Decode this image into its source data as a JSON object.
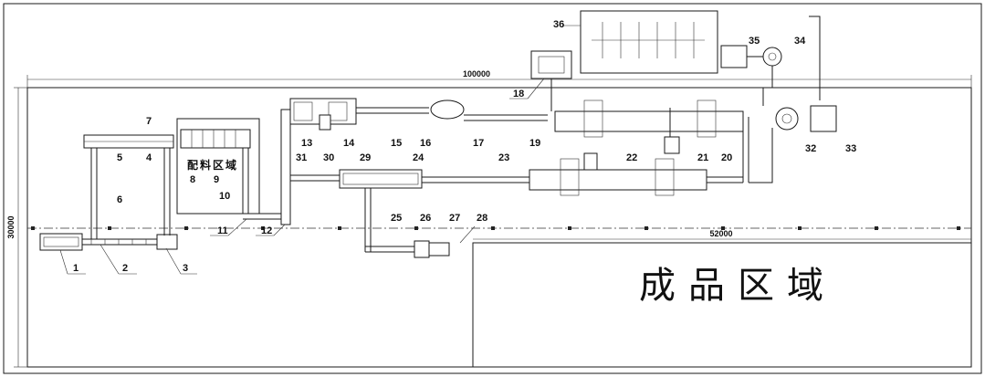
{
  "dimensions": {
    "total_length": "100000",
    "total_width": "30000",
    "product_zone_length": "52000"
  },
  "zones": {
    "batching": "配料区域",
    "product": "成品区域"
  },
  "labels": [
    "1",
    "2",
    "3",
    "4",
    "5",
    "6",
    "7",
    "8",
    "9",
    "10",
    "11",
    "12",
    "13",
    "14",
    "15",
    "16",
    "17",
    "18",
    "19",
    "20",
    "21",
    "22",
    "23",
    "24",
    "25",
    "26",
    "27",
    "28",
    "29",
    "30",
    "31",
    "32",
    "33",
    "34",
    "35",
    "36"
  ]
}
